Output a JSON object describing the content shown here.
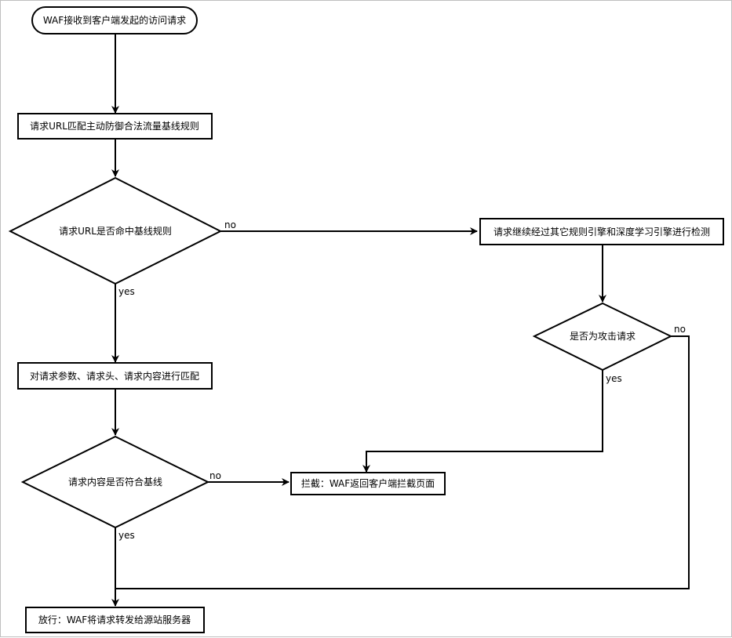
{
  "nodes": {
    "start": "WAF接收到客户端发起的访问请求",
    "match_active": "请求URL匹配主动防御合法流量基线规则",
    "hit_baseline": "请求URL是否命中基线规则",
    "other_engines": "请求继续经过其它规则引擎和深度学习引擎进行检测",
    "is_attack": "是否为攻击请求",
    "match_params": "对请求参数、请求头、请求内容进行匹配",
    "content_match": "请求内容是否符合基线",
    "block": "拦截：WAF返回客户端拦截页面",
    "allow": "放行：WAF将请求转发给源站服务器"
  },
  "edge_labels": {
    "hit_no": "no",
    "hit_yes": "yes",
    "attack_no": "no",
    "attack_yes": "yes",
    "content_no": "no",
    "content_yes": "yes"
  }
}
